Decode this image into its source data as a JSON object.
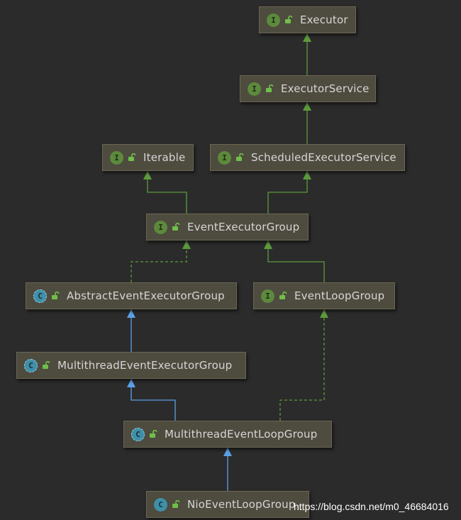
{
  "nodes": [
    {
      "id": "executor",
      "label": "Executor",
      "kind": "interface",
      "badge": "I"
    },
    {
      "id": "executor-service",
      "label": "ExecutorService",
      "kind": "interface",
      "badge": "I"
    },
    {
      "id": "iterable",
      "label": "Iterable",
      "kind": "interface",
      "badge": "I"
    },
    {
      "id": "scheduled-executor-service",
      "label": "ScheduledExecutorService",
      "kind": "interface",
      "badge": "I"
    },
    {
      "id": "event-executor-group",
      "label": "EventExecutorGroup",
      "kind": "interface",
      "badge": "I"
    },
    {
      "id": "abstract-event-executor-group",
      "label": "AbstractEventExecutorGroup",
      "kind": "abstract-class",
      "badge": "C"
    },
    {
      "id": "event-loop-group",
      "label": "EventLoopGroup",
      "kind": "interface",
      "badge": "I"
    },
    {
      "id": "multithread-event-executor-group",
      "label": "MultithreadEventExecutorGroup",
      "kind": "abstract-class",
      "badge": "C"
    },
    {
      "id": "multithread-event-loop-group",
      "label": "MultithreadEventLoopGroup",
      "kind": "abstract-class",
      "badge": "C"
    },
    {
      "id": "nio-event-loop-group",
      "label": "NioEventLoopGroup",
      "kind": "class",
      "badge": "C"
    }
  ],
  "edges": [
    {
      "from": "executor-service",
      "to": "executor",
      "type": "extends-interface"
    },
    {
      "from": "scheduled-executor-service",
      "to": "executor-service",
      "type": "extends-interface"
    },
    {
      "from": "event-executor-group",
      "to": "iterable",
      "type": "extends-interface"
    },
    {
      "from": "event-executor-group",
      "to": "scheduled-executor-service",
      "type": "extends-interface"
    },
    {
      "from": "abstract-event-executor-group",
      "to": "event-executor-group",
      "type": "implements"
    },
    {
      "from": "event-loop-group",
      "to": "event-executor-group",
      "type": "extends-interface"
    },
    {
      "from": "multithread-event-executor-group",
      "to": "abstract-event-executor-group",
      "type": "extends-class"
    },
    {
      "from": "multithread-event-loop-group",
      "to": "multithread-event-executor-group",
      "type": "extends-class"
    },
    {
      "from": "multithread-event-loop-group",
      "to": "event-loop-group",
      "type": "implements"
    },
    {
      "from": "nio-event-loop-group",
      "to": "multithread-event-loop-group",
      "type": "extends-class"
    }
  ],
  "colors": {
    "background": "#2b2b2b",
    "node_fill": "#4e4b3f",
    "interface_edge": "#5c9a3c",
    "class_edge": "#5aa0e6",
    "interface_badge": "#5c8a3c",
    "class_badge": "#3f8fa8"
  },
  "watermark": "https://blog.csdn.net/m0_46684016"
}
